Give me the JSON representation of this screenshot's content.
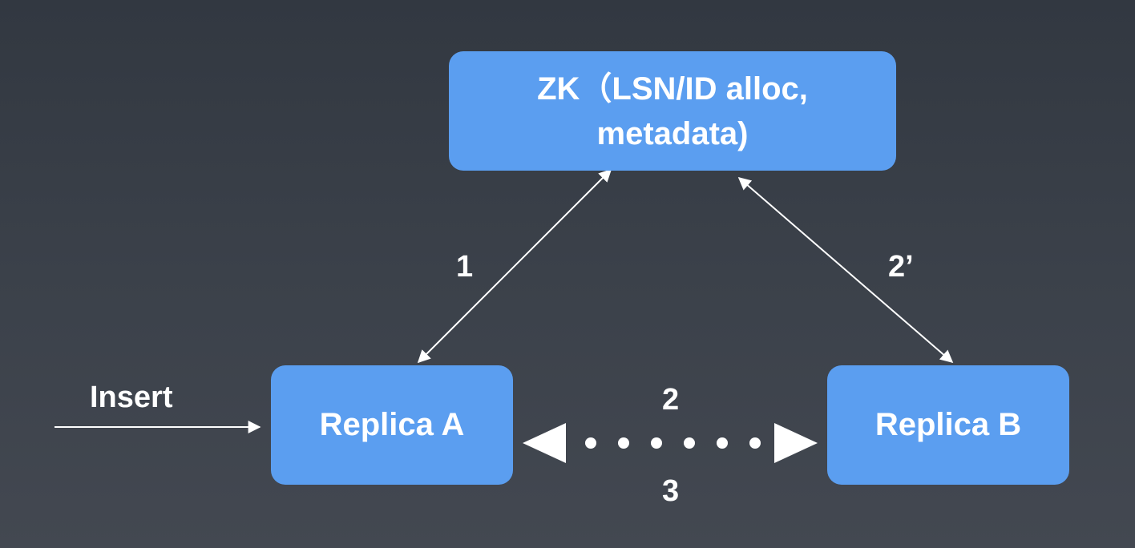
{
  "diagram": {
    "nodes": {
      "zk": {
        "text": "ZK（LSN/ID alloc, metadata)"
      },
      "replica_a": {
        "text": "Replica A"
      },
      "replica_b": {
        "text": "Replica B"
      }
    },
    "labels": {
      "insert": "Insert",
      "edge_a_zk": "1",
      "edge_b_zk": "2’",
      "edge_ab_top": "2",
      "edge_ab_bottom": "3"
    },
    "edges": [
      {
        "from": "insert",
        "to": "replica_a",
        "style": "solid",
        "direction": "forward"
      },
      {
        "from": "replica_a",
        "to": "zk",
        "style": "solid",
        "direction": "both",
        "label": "1"
      },
      {
        "from": "replica_b",
        "to": "zk",
        "style": "solid",
        "direction": "both",
        "label": "2’"
      },
      {
        "from": "replica_a",
        "to": "replica_b",
        "style": "dotted",
        "direction": "both",
        "label": "2 / 3"
      }
    ],
    "colors": {
      "node_fill": "#5b9ef0",
      "text": "#ffffff",
      "edge": "#ffffff",
      "background": "#3a4049"
    }
  }
}
